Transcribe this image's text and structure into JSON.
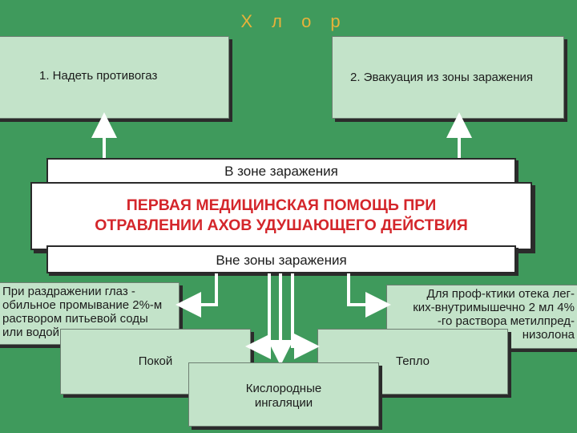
{
  "title": "Х л о р",
  "steps": {
    "step1": "1. Надеть противогаз",
    "step2": "2. Эвакуация из зоны заражения"
  },
  "zones": {
    "inside": "В зоне заражения",
    "outside": "Вне зоны заражения"
  },
  "main": {
    "line1": "ПЕРВАЯ МЕДИЦИНСКАЯ ПОМОЩЬ ПРИ",
    "line2": "ОТРАВЛЕНИИ АХОВ УДУШАЮЩЕГО ДЕЙСТВИЯ"
  },
  "left_note": {
    "lines": [
      "При раздражении глаз -",
      "обильное промывание 2%-м",
      "раствором питьевой соды",
      "или водой"
    ]
  },
  "right_note": {
    "lines": [
      "Для проф-ктики отека лег-",
      "ких-внутримышечно 2 мл 4%",
      "-го раствора метилпред-",
      "низолона"
    ]
  },
  "actions": {
    "calm": "Покой",
    "warm": "Тепло",
    "oxygen_line1": "Кислородные",
    "oxygen_line2": "ингаляции"
  },
  "colors": {
    "background": "#3f9a5c",
    "box_fill": "#c3e3c9",
    "title_color": "#e8b23a",
    "headline_color": "#d4262b"
  }
}
